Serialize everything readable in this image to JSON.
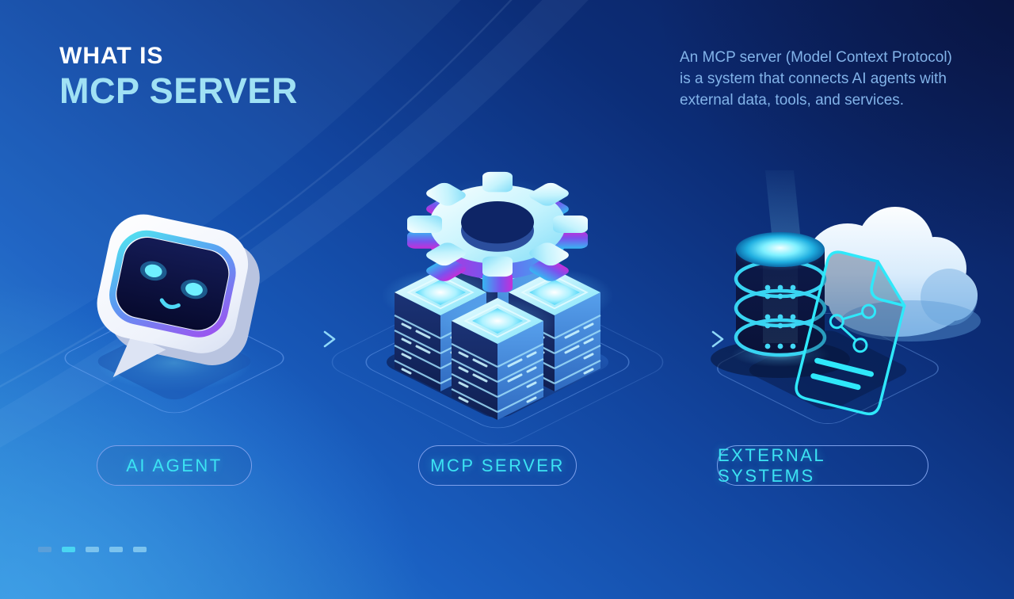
{
  "header": {
    "title_line1": "WHAT IS",
    "title_line2": "MCP SERVER",
    "description": "An MCP server (Model Context Protocol) is a system that connects AI agents with external data, tools, and services."
  },
  "flow": {
    "nodes": [
      {
        "id": "ai-agent",
        "label": "AI AGENT",
        "icon": "chatbot-robot-icon"
      },
      {
        "id": "mcp-server",
        "label": "MCP SERVER",
        "icon": "gear-over-server-stacks-icon"
      },
      {
        "id": "external-systems",
        "label": "EXTERNAL SYSTEMS",
        "icon": "database-cloud-document-icon"
      }
    ],
    "connectors": [
      {
        "from": "ai-agent",
        "to": "mcp-server",
        "type": "arrow-right"
      },
      {
        "from": "mcp-server",
        "to": "external-systems",
        "type": "arrow-right"
      }
    ]
  },
  "footer": {
    "dash_count": 5
  },
  "colors": {
    "accent_cyan": "#3ce3f3",
    "title_highlight": "#a0e1f4",
    "description_color": "#82b3e9",
    "pill_border": "#7da0eb",
    "arrow_color": "#8fd0f6",
    "background_bright": "#2f8fd9",
    "background_dark": "#0c1d57",
    "gear_purple": "#c32fd8",
    "server_glow": "#55d8f8",
    "dash_1": "#5b9fd9",
    "dash_2": "#49d6f2",
    "dash_3": "#7cc3ee",
    "dash_4": "#7cc3ee",
    "dash_5": "#7cc3ee"
  }
}
